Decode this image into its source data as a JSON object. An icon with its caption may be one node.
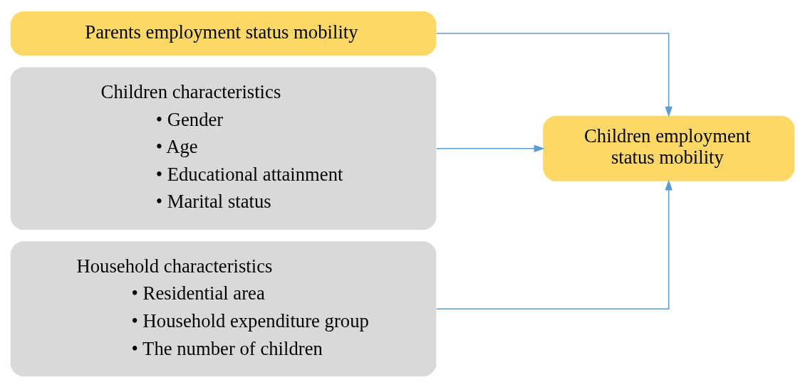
{
  "diagram": {
    "nodes": [
      {
        "text": [
          "Parents employment status mobility"
        ]
      },
      {
        "text": [
          "Children characteristics",
          "• Gender",
          "• Age",
          "• Educational attainment",
          "• Marital status"
        ]
      },
      {
        "text": [
          "Household characteristics",
          "• Residential area",
          "• Household expenditure group",
          "• The number of children"
        ]
      },
      {
        "text": [
          "Children employment status mobility"
        ]
      }
    ],
    "edges": [
      {
        "from": 0,
        "to": 3,
        "arrow": "to"
      },
      {
        "from": 1,
        "to": 3,
        "arrow": "to"
      },
      {
        "from": 2,
        "to": 3,
        "arrow": "to"
      }
    ]
  }
}
